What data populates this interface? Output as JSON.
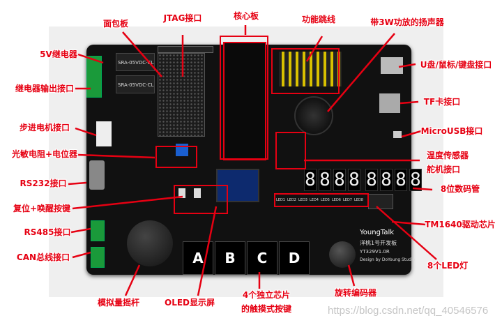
{
  "labels": {
    "breadboard": "面包板",
    "jtag": "JTAG接口",
    "core_board": "核心板",
    "jumpers": "功能跳线",
    "speaker": "带3W功放的扬声器",
    "relay": "5V继电器",
    "usb_host": "U盘/鼠标/键盘接口",
    "relay_output": "继电器输出接口",
    "tf_card": "TF卡接口",
    "stepper": "步进电机接口",
    "micro_usb": "MicroUSB接口",
    "ldr_pot": "光敏电阻+电位器",
    "temp_sensor": "温度传感器",
    "servo": "舵机接口",
    "rs232": "RS232接口",
    "seg_display": "8位数码管",
    "reset_wake": "复位+唤醒按键",
    "rs485": "RS485接口",
    "tm1640": "TM1640驱动芯片",
    "can": "CAN总线接口",
    "leds": "8个LED灯",
    "joystick": "模拟量摇杆",
    "oled": "OLED显示屏",
    "touch_line1": "4个独立芯片",
    "touch_line2": "的触摸式按键",
    "encoder": "旋转编码器"
  },
  "board": {
    "brand": "YoungTalk",
    "name": "洋桃1号开发板",
    "model": "YT329V1.0R",
    "studio": "Design by DoYoung Studio",
    "keys": [
      "A",
      "B",
      "C",
      "D"
    ],
    "digits": [
      "8",
      "8",
      "8",
      "8",
      "8",
      "8",
      "8",
      "8"
    ],
    "relay_chip_text": "SRA-05VDC-CL",
    "leds": [
      "LED1",
      "LED2",
      "LED3",
      "LED4",
      "LED5",
      "LED6",
      "LED7",
      "LED8"
    ]
  },
  "watermark": "https://blog.csdn.net/qq_40546576",
  "colors": {
    "label": "#e60012",
    "board": "#111111",
    "terminal": "#1a9a3a"
  }
}
